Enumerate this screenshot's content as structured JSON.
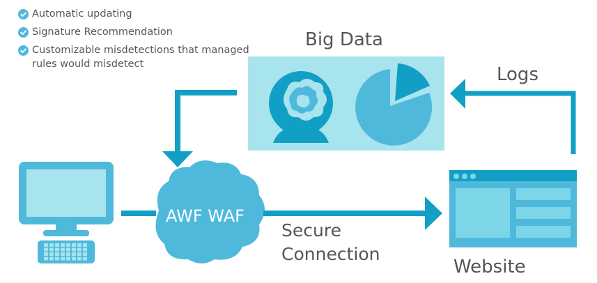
{
  "features": [
    {
      "icon": "check-circle-icon",
      "label": "Automatic updating"
    },
    {
      "icon": "check-circle-icon",
      "label": "Signature Recommendation"
    },
    {
      "icon": "check-circle-icon",
      "label": "Customizable misdetections that managed rules would misdetect"
    }
  ],
  "nodes": {
    "big_data": "Big Data",
    "waf": "AWF WAF",
    "website": "Website",
    "client": "Computer"
  },
  "edges": {
    "logs": "Logs",
    "secure_connection": "Secure\nConnection"
  },
  "colors": {
    "primary": "#129fc5",
    "light": "#4fb9dc",
    "pale": "#a8e4ee",
    "text": "#555555"
  }
}
